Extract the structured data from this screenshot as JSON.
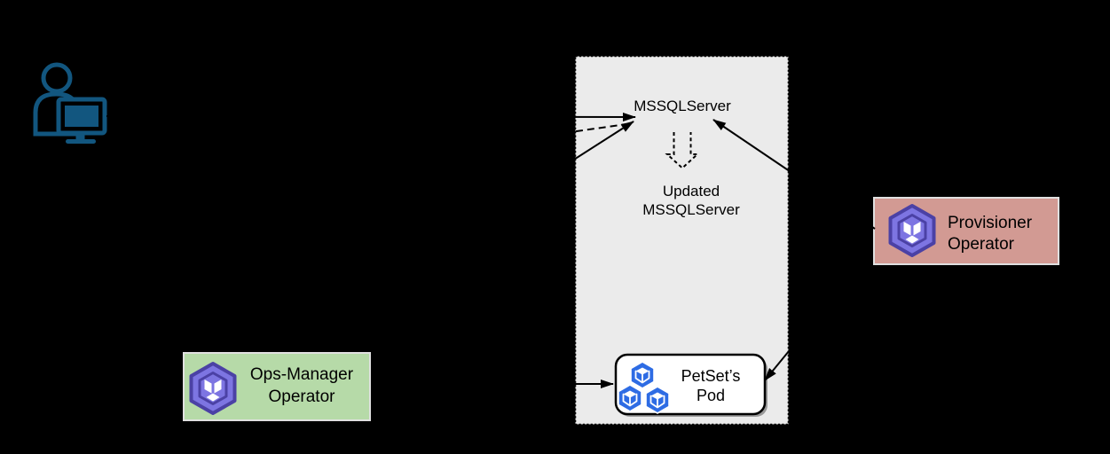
{
  "colors": {
    "background": "#000000",
    "cluster_fill": "#ebebeb",
    "cluster_border": "#000000",
    "ops_manager_fill": "#b6daa8",
    "provisioner_fill": "#d29a93",
    "light_box_border": "#e0e0e0",
    "operator_purple": "#7d75e2",
    "operator_purple_dark": "#4b41a5",
    "kubernetes_blue": "#2e6ce4",
    "user_icon_blue": "#12567f",
    "pod_box_fill": "#ffffff",
    "arrow_black": "#000000"
  },
  "cluster": {
    "mssqlserver_label": "MSSQLServer",
    "updated_mssqlserver_line1": "Updated",
    "updated_mssqlserver_line2": "MSSQLServer",
    "petset_pod": {
      "line1": "PetSet’s",
      "line2": "Pod"
    }
  },
  "operators": {
    "ops_manager": {
      "line1": "Ops-Manager",
      "line2": "Operator"
    },
    "provisioner": {
      "line1": "Provisioner",
      "line2": "Operator"
    }
  },
  "icons": {
    "user": "user-at-computer-icon",
    "operator": "operator-hexagon-cube-icon",
    "pod": "kubernetes-cubes-icon",
    "update_arrow": "dashed-down-block-arrow-icon"
  }
}
